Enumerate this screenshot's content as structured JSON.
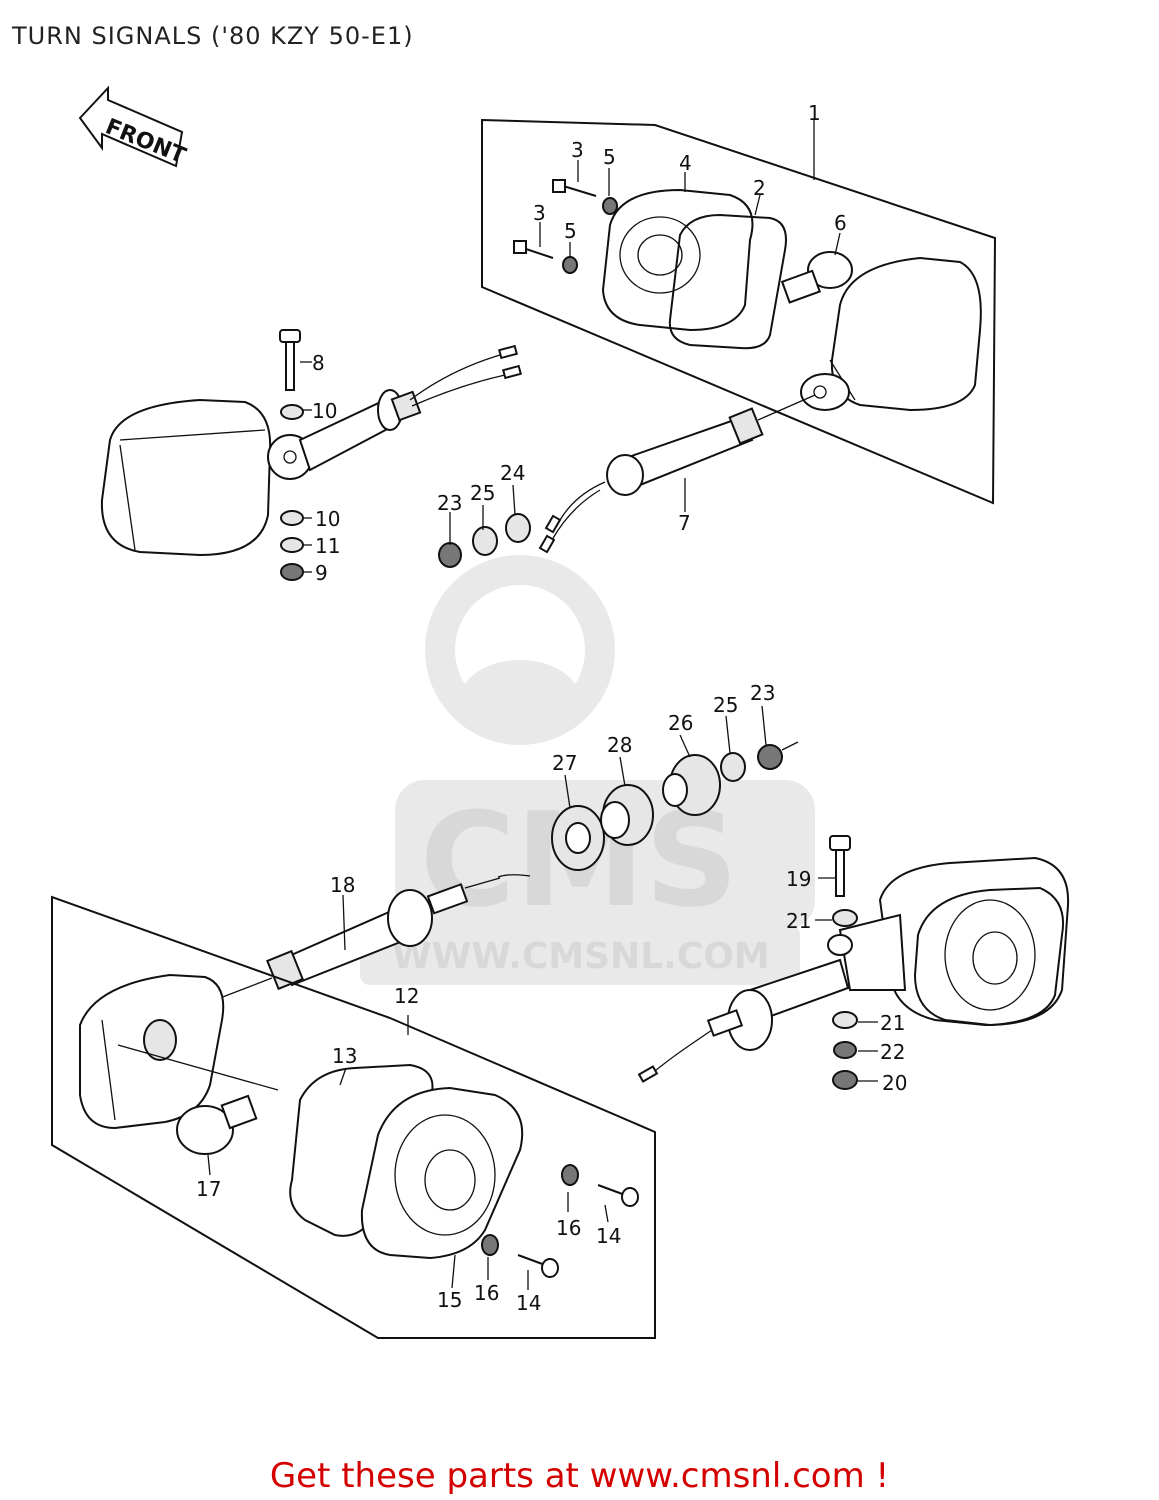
{
  "title": "TURN SIGNALS ('80 KZY 50-E1)",
  "front_arrow_label": "FRONT",
  "watermark": {
    "brand": "CMS",
    "url": "WWW.CMSNL.COM"
  },
  "callouts": [
    "1",
    "2",
    "3",
    "3",
    "4",
    "5",
    "5",
    "6",
    "7",
    "8",
    "9",
    "10",
    "10",
    "11",
    "12",
    "13",
    "14",
    "14",
    "15",
    "16",
    "16",
    "17",
    "18",
    "19",
    "20",
    "21",
    "21",
    "22",
    "23",
    "23",
    "24",
    "25",
    "25",
    "26",
    "27",
    "28"
  ],
  "footer": {
    "text": "Get these parts at www.cmsnl.com !"
  },
  "colors": {
    "footer_text": "#d40000",
    "line_art": "#111111",
    "watermark": "#e0e0e0"
  }
}
